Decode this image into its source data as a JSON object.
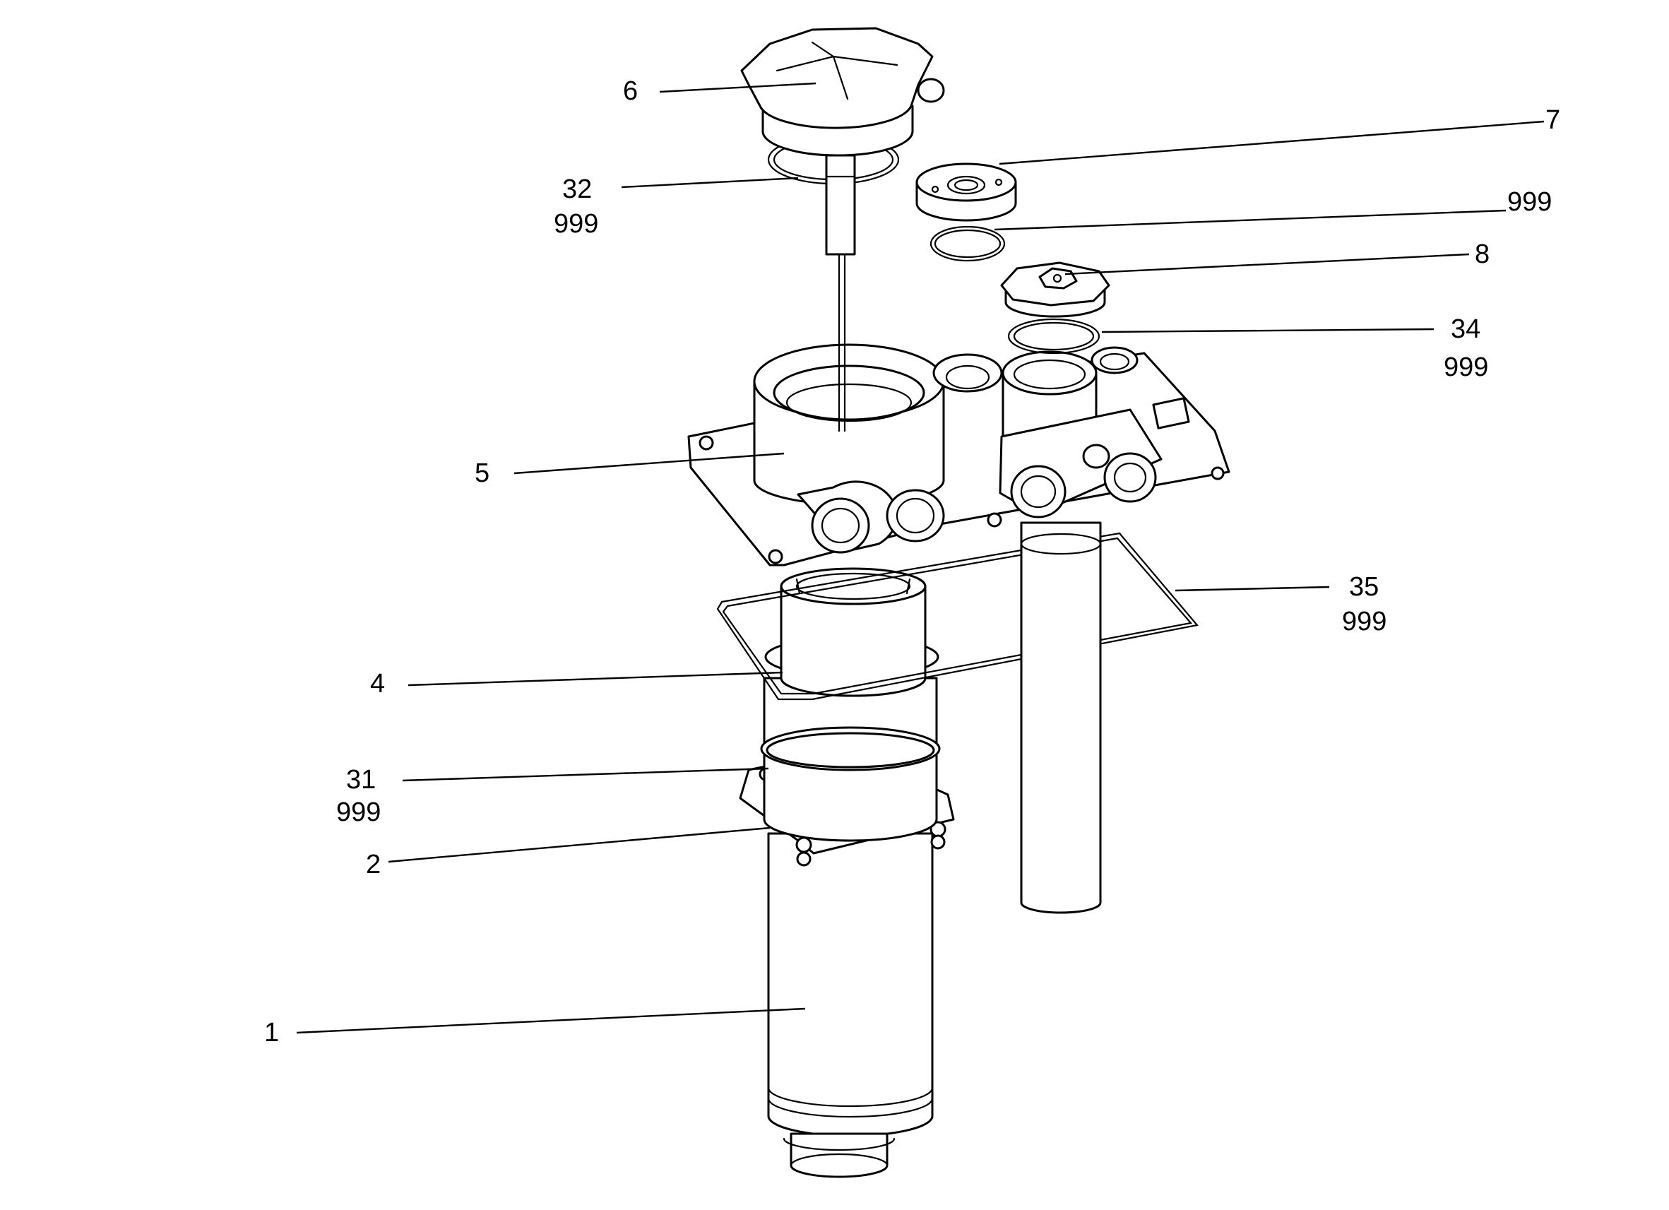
{
  "diagram": {
    "callouts": [
      {
        "id": "c6",
        "lines": [
          "6"
        ]
      },
      {
        "id": "c32",
        "lines": [
          "32",
          "999"
        ]
      },
      {
        "id": "c7",
        "lines": [
          "7"
        ]
      },
      {
        "id": "c999",
        "lines": [
          "999"
        ]
      },
      {
        "id": "c8",
        "lines": [
          "8"
        ]
      },
      {
        "id": "c34",
        "lines": [
          "34",
          "999"
        ]
      },
      {
        "id": "c5",
        "lines": [
          "5"
        ]
      },
      {
        "id": "c35",
        "lines": [
          "35",
          "999"
        ]
      },
      {
        "id": "c4",
        "lines": [
          "4"
        ]
      },
      {
        "id": "c31",
        "lines": [
          "31",
          "999"
        ]
      },
      {
        "id": "c2",
        "lines": [
          "2"
        ]
      },
      {
        "id": "c1",
        "lines": [
          "1"
        ]
      }
    ]
  }
}
